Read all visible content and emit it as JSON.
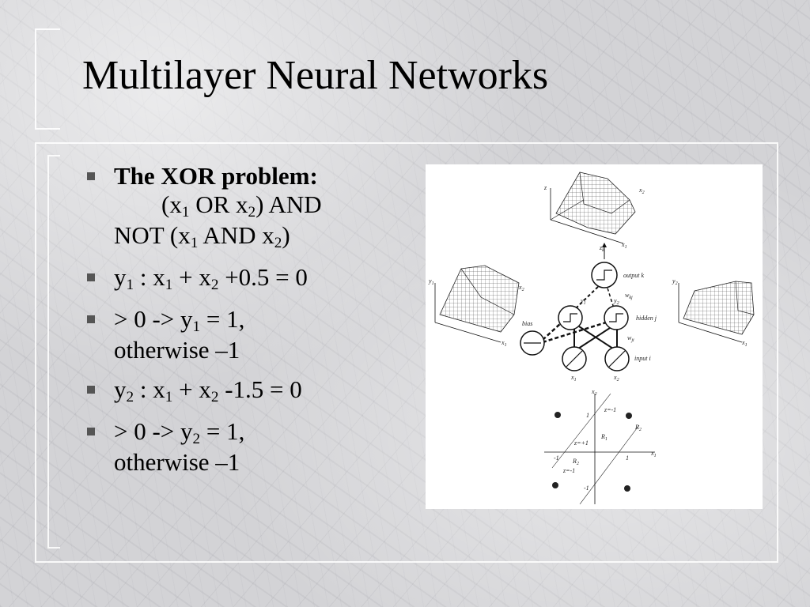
{
  "title": "Multilayer Neural Networks",
  "bullets": {
    "b1": {
      "heading": "The XOR problem:",
      "l2a": "(x",
      "s1": "1",
      "l2b": " OR x",
      "s2": "2",
      "l2c": ") AND",
      "l3a": "NOT (x",
      "s3": "1",
      "l3b": " AND x",
      "s4": "2",
      "l3c": ")"
    },
    "b2": {
      "a": "y",
      "s1": "1",
      "b": " : x",
      "s2": "1",
      "c": " + x",
      "s3": "2",
      "d": " +0.5 = 0"
    },
    "b3": {
      "a": "> 0 -> y",
      "s1": "1",
      "b": " = 1,",
      "c": "otherwise –1"
    },
    "b4": {
      "a": "y",
      "s1": "2",
      "b": " : x",
      "s2": "1",
      "c": " + x",
      "s3": "2",
      "d": " -1.5 = 0"
    },
    "b5": {
      "a": "> 0 -> y",
      "s1": "2",
      "b": " = 1,",
      "c": "otherwise –1"
    }
  },
  "figure": {
    "output_label": "output k",
    "hidden_label": "hidden j",
    "input_label": "input i",
    "bias_label": "bias",
    "wkj": "w",
    "wkj_sub": "kj",
    "wji": "w",
    "wji_sub": "ji",
    "zk": "z",
    "zk_sub": "k",
    "x1": "x",
    "x1_sub": "1",
    "x2": "x",
    "x2_sub": "2",
    "y1": "y",
    "y1_sub": "1",
    "y2": "y",
    "y2_sub": "2",
    "z_axis": "z",
    "region_R1": "R",
    "region_R1_sub": "1",
    "region_R2a": "R",
    "region_R2a_sub": "2",
    "region_R2b": "R",
    "region_R2b_sub": "2",
    "z_minus1_top": "z=-1",
    "z_plus1": "z=+1",
    "z_minus1_bottom": "z=-1",
    "tick_1_x": "1",
    "tick_m1_x": "-1",
    "tick_1_y": "1",
    "tick_m1_y": "-1",
    "colors": {
      "line": "#111111",
      "dot": "#222222"
    }
  }
}
